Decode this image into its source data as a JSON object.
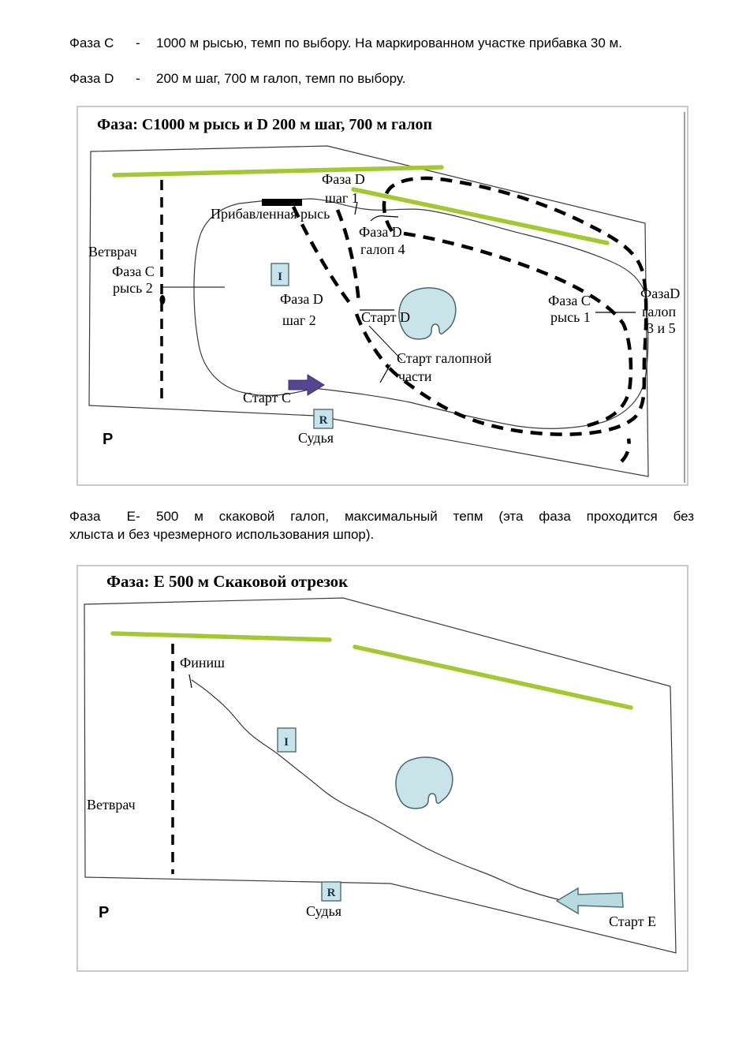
{
  "paragraphs": {
    "c": {
      "label": "Фаза C",
      "dash": "-",
      "text": "1000 м рысью, темп по выбору. На маркированном участке прибавка 30 м."
    },
    "d": {
      "label": "Фаза D",
      "dash": "-",
      "text": "200 м шаг, 700 м галоп, темп по выбору."
    },
    "e": {
      "label": "Фаза E",
      "dash": "-",
      "text_line1": "500 м скаковой галоп, максимальный тепм (эта фаза проходится без",
      "text_line2": "хлыста и без чрезмерного использования шпор)."
    }
  },
  "diagram1": {
    "title": "Фаза: C1000 м рысь и D 200 м шаг, 700 м галоп",
    "labels": {
      "faza_d_shag1_l1": "Фаза D",
      "faza_d_shag1_l2": "шаг 1",
      "pribavlennaya_rys": "Прибавленная рысь",
      "faza_d_galop4_l1": "Фаза D",
      "faza_d_galop4_l2": "галоп 4",
      "vetvrach": "Ветврач",
      "faza_c_rys2_l1": "Фаза C",
      "faza_c_rys2_l2": "рысь 2",
      "i_marker": "I",
      "faza_d_shag2_l1": "Фаза D",
      "faza_d_shag2_l2": "шаг 2",
      "start_d": "Старт D",
      "faza_c_rys1_l1": "Фаза C",
      "faza_c_rys1_l2": "рысь 1",
      "fazad_galop35_l1": "ФазаD",
      "fazad_galop35_l2": "галоп",
      "fazad_galop35_l3": "3 и 5",
      "start_galop_l1": "Старт галопной",
      "start_galop_l2": "части",
      "start_c": "Старт C",
      "r_marker": "R",
      "sudya": "Судья",
      "p_marker": "P"
    }
  },
  "diagram2": {
    "title": "Фаза: E 500 м Скаковой отрезок",
    "labels": {
      "finish": "Финиш",
      "vetvrach": "Ветврач",
      "i_marker": "I",
      "r_marker": "R",
      "sudya": "Судья",
      "p_marker": "P",
      "start_e": "Старт E"
    }
  },
  "colors": {
    "green_line": "#a3c832",
    "frame_border": "#c9c9c9",
    "outline": "#3a3a3a",
    "pond_fill": "#c8e4e8",
    "pond_stroke": "#48666e",
    "marker_box_fill": "#c8e4e8",
    "marker_box_stroke": "#44606e",
    "purple_arrow_fill": "#564593",
    "purple_arrow_stroke": "#3c2f70",
    "blue_arrow_fill": "#b7dbdf",
    "blue_arrow_stroke": "#4a7080"
  }
}
